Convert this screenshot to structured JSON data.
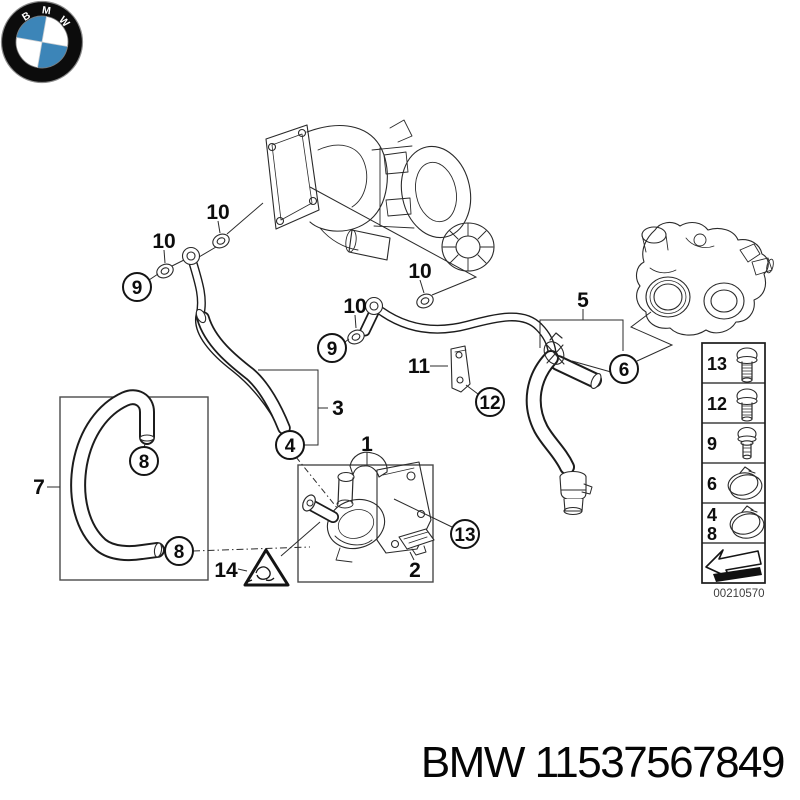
{
  "diagram": {
    "callouts": {
      "ring_10_a": "10",
      "ring_10_b": "10",
      "banjo_9_a": "9",
      "ring_10_c": "10",
      "ring_10_d": "10",
      "banjo_9_b": "9",
      "pipe_3": "3",
      "holder_11": "11",
      "screw_12": "12",
      "hose_5": "5",
      "clamp_6": "6",
      "hose_4": "4",
      "pump_1": "1",
      "connector_2": "2",
      "screw_13": "13",
      "hose_7": "7",
      "clamp_8_a": "8",
      "clamp_8_b": "8",
      "note_14": "14"
    },
    "drawings": [
      "turbocharger",
      "thermostat-housing",
      "coolant-pipe",
      "coolant-hose-assembly",
      "return-hose",
      "electric-coolant-pump",
      "plug-connector",
      "holder-bracket",
      "sealing-rings",
      "temperature-sensor",
      "warning-triangle"
    ],
    "sidebar_table": {
      "row1": "13",
      "row2": "12",
      "row3": "9",
      "row4": "6",
      "row5a": "4",
      "row5b": "8",
      "icons": [
        "hex-bolt-long",
        "hex-bolt-long",
        "hex-bolt-short",
        "hose-clamp",
        "hose-clamp",
        "direction-arrow"
      ],
      "image_code": "00210570"
    }
  },
  "footer": {
    "label": "BMW 11537567849",
    "logo": "bmw-roundel"
  },
  "colors": {
    "background": "#ffffff",
    "line_art": "#2a2a2a",
    "bmw_blue": "#3c85b8"
  }
}
